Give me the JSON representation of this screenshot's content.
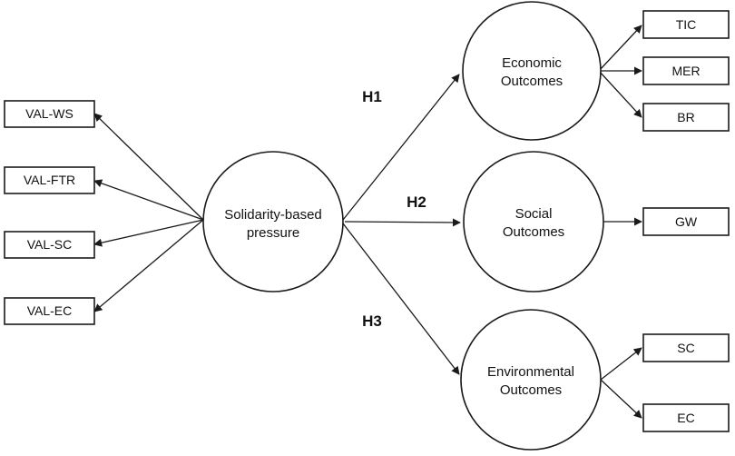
{
  "central": {
    "line1": "Solidarity-based",
    "line2": "pressure"
  },
  "left_indicators": [
    "VAL-WS",
    "VAL-FTR",
    "VAL-SC",
    "VAL-EC"
  ],
  "outcomes": [
    {
      "line1": "Economic",
      "line2": "Outcomes",
      "hypothesis": "H1",
      "indicators": [
        "TIC",
        "MER",
        "BR"
      ]
    },
    {
      "line1": "Social",
      "line2": "Outcomes",
      "hypothesis": "H2",
      "indicators": [
        "GW"
      ]
    },
    {
      "line1": "Environmental",
      "line2": "Outcomes",
      "hypothesis": "H3",
      "indicators": [
        "SC",
        "EC"
      ]
    }
  ]
}
